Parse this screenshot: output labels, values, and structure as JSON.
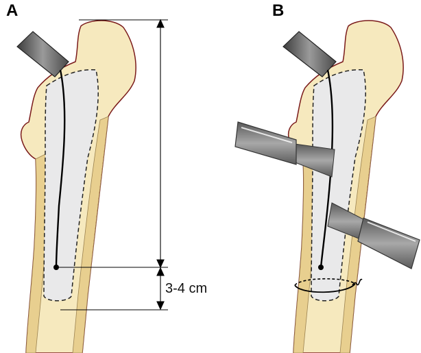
{
  "panels": [
    {
      "label": "A"
    },
    {
      "label": "B"
    }
  ],
  "dimension": {
    "text": "3-4 cm"
  },
  "colors": {
    "bone_fill": "#f6e9be",
    "bone_outline": "#7a1a1a",
    "cortex": "#e8cf8f",
    "canal": "#e9e9ea",
    "instrument_dark": "#4d4d4d",
    "instrument_mid": "#8a8a8a",
    "wire": "#000000"
  }
}
